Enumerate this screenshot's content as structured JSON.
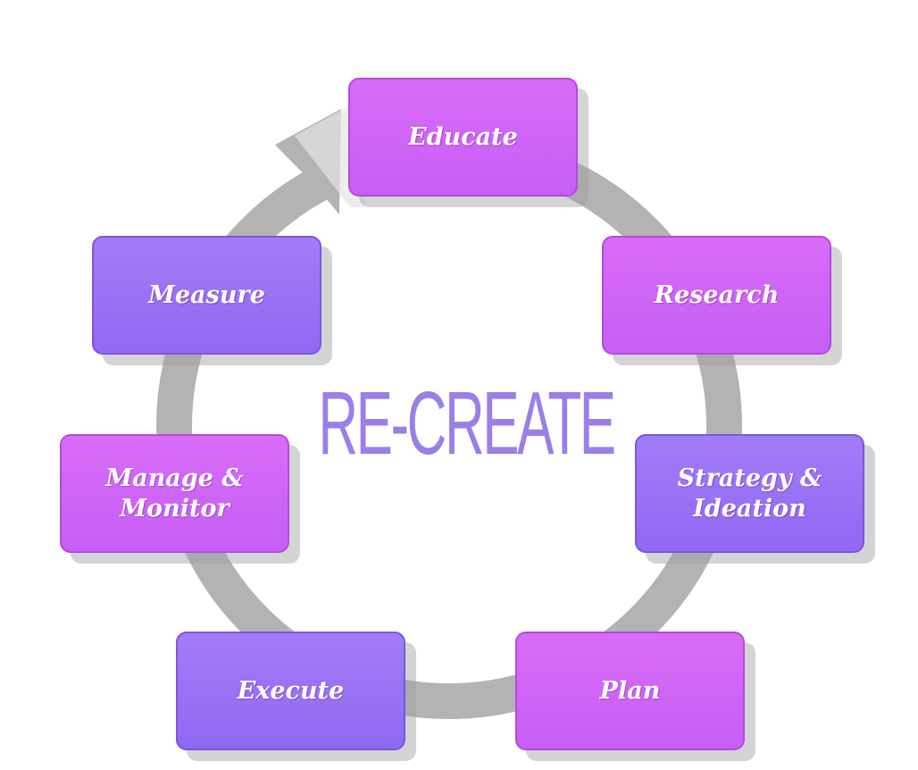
{
  "center_title": "RE-CREATE",
  "steps": [
    {
      "label": "Educate",
      "color": "pink"
    },
    {
      "label": "Research",
      "color": "pink"
    },
    {
      "label": "Strategy &\nIdeation",
      "color": "violet"
    },
    {
      "label": "Plan",
      "color": "pink"
    },
    {
      "label": "Execute",
      "color": "violet"
    },
    {
      "label": "Manage &\nMonitor",
      "color": "pink"
    },
    {
      "label": "Measure",
      "color": "violet"
    }
  ],
  "colors": {
    "pink": "#d16af7",
    "violet": "#9a72f5",
    "ring": "#b3b3b3",
    "title": "#9b7fe6"
  }
}
